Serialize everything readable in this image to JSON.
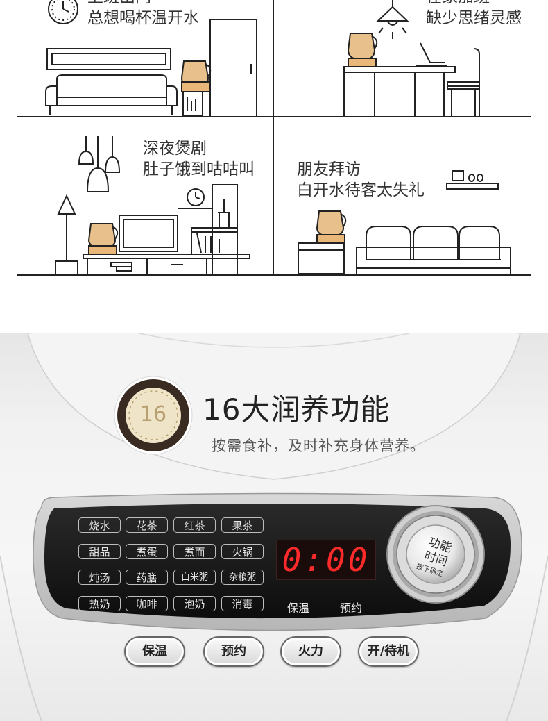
{
  "scenes": [
    {
      "line1": "上班出门",
      "line2": "总想喝杯温开水"
    },
    {
      "line1": "在家加班",
      "line2": "缺少思绪灵感"
    },
    {
      "line1": "深夜煲剧",
      "line2": "肚子饿到咕咕叫"
    },
    {
      "line1": "朋友拜访",
      "line2": "白开水待客太失礼"
    }
  ],
  "feature": {
    "badge_number": "16",
    "title": "16大润养功能",
    "subtitle": "按需食补，及时补充身体营养。"
  },
  "panel": {
    "functions": [
      "烧水",
      "花茶",
      "红茶",
      "果茶",
      "甜品",
      "煮蛋",
      "煮面",
      "火锅",
      "炖汤",
      "药膳",
      "白米粥",
      "杂粮粥",
      "热奶",
      "咖啡",
      "泡奶",
      "消毒"
    ],
    "display": "0:00",
    "indicators": {
      "keep_warm": "保温",
      "schedule": "预约"
    },
    "knob": {
      "line1": "功能",
      "line2": "时间",
      "line3": "按下确定"
    },
    "buttons": {
      "keep_warm": "保温",
      "schedule": "预约",
      "power_level": "火力",
      "on_standby": "开/待机"
    }
  },
  "colors": {
    "display_red": "#ff2a2a",
    "badge_gold": "#b7a070",
    "badge_dark": "#3a2b22"
  }
}
